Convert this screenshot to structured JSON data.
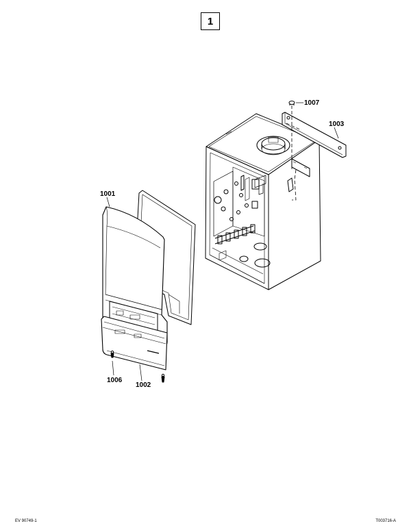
{
  "page_number": "1",
  "callouts": {
    "c1001": "1001",
    "c1002": "1002",
    "c1003": "1003",
    "c1006": "1006",
    "c1007": "1007"
  },
  "footer": {
    "left": "EV 90749-1",
    "right": "T003716-A"
  }
}
